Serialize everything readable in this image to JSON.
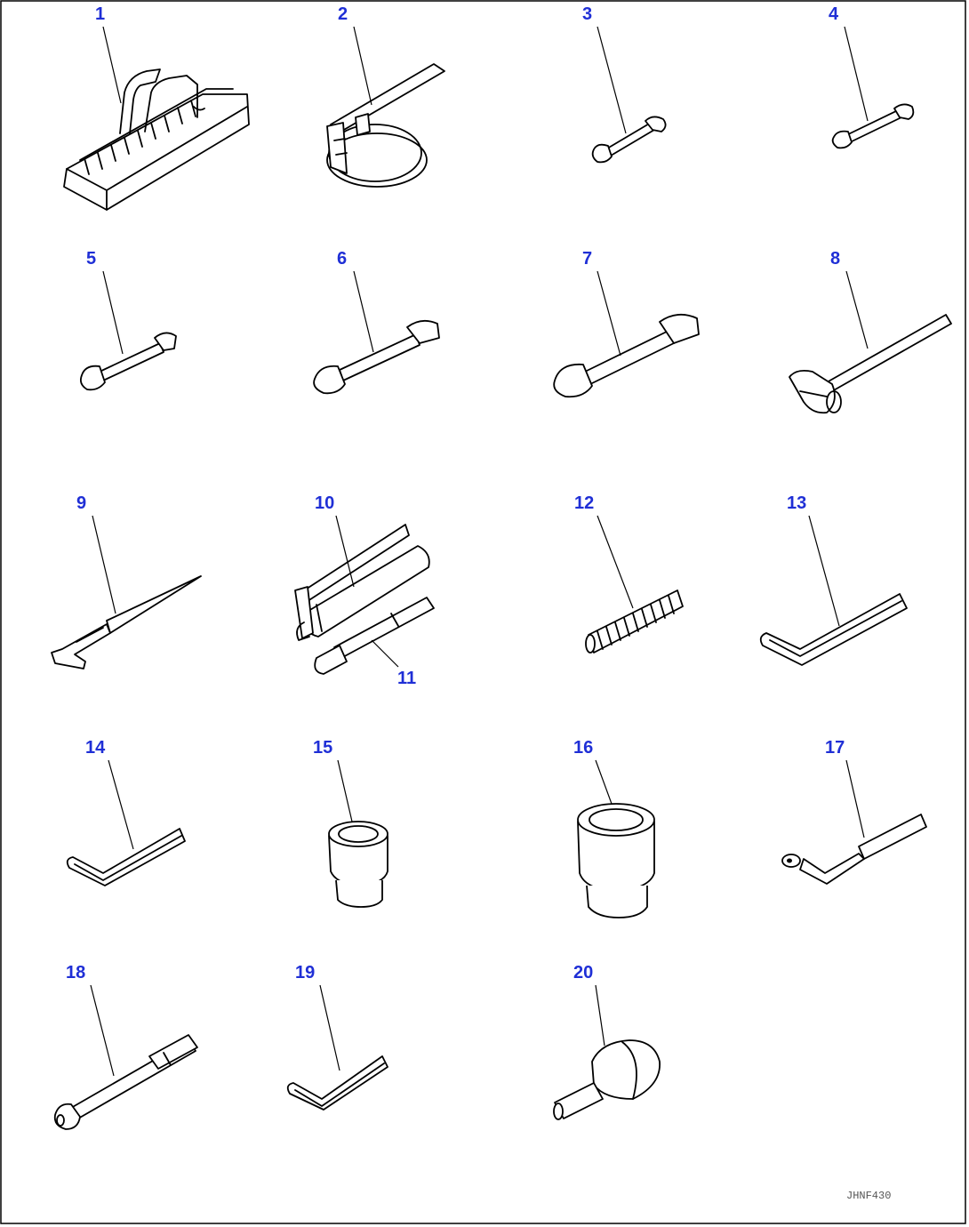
{
  "labels": {
    "l1": "1",
    "l2": "2",
    "l3": "3",
    "l4": "4",
    "l5": "5",
    "l6": "6",
    "l7": "7",
    "l8": "8",
    "l9": "9",
    "l10": "10",
    "l11": "11",
    "l12": "12",
    "l13": "13",
    "l14": "14",
    "l15": "15",
    "l16": "16",
    "l17": "17",
    "l18": "18",
    "l19": "19",
    "l20": "20"
  },
  "drawing_code": "JHNF430",
  "colors": {
    "label": "#1f2fd6",
    "line": "#000000",
    "border": "#000000"
  }
}
